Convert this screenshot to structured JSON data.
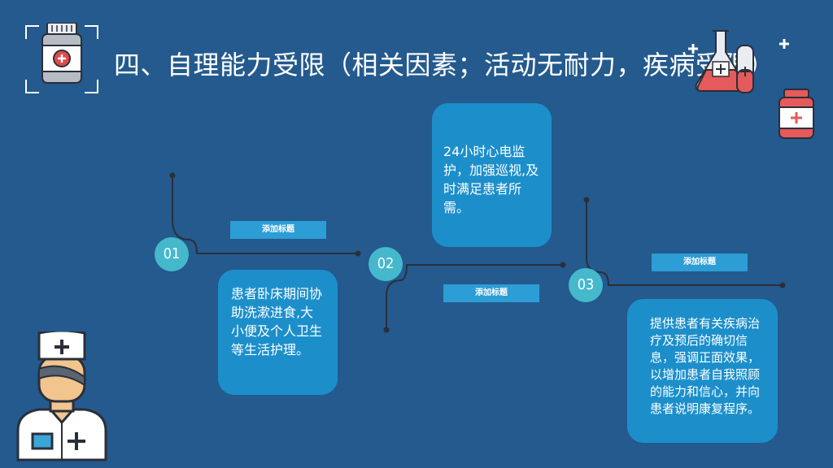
{
  "title": "四、自理能力受限（相关因素；活动无耐力，疾病受限）",
  "steps": [
    {
      "number": "01",
      "tag": "添加标题",
      "text": "患者卧床期间协助洗漱进食,大小便及个人卫生等生活护理。"
    },
    {
      "number": "02",
      "tag": "添加标题",
      "text": "24小时心电监护，加强巡视,及时满足患者所需。"
    },
    {
      "number": "03",
      "tag": "添加标题",
      "text": "提供患者有关疾病治疗及预后的确切信息，强调正面效果，以增加患者自我照顾的能力和信心，并向患者说明康复程序。"
    }
  ],
  "icons": [
    "medicine-bottle-icon",
    "lab-flask-icon",
    "medicine-bottle-icon",
    "doctor-icon"
  ],
  "colors": {
    "background": "#245a8d",
    "card": "#1c8fcb",
    "badge": "#45b8cc",
    "tag": "#2d9dd6",
    "line": "#2b2f3a"
  }
}
